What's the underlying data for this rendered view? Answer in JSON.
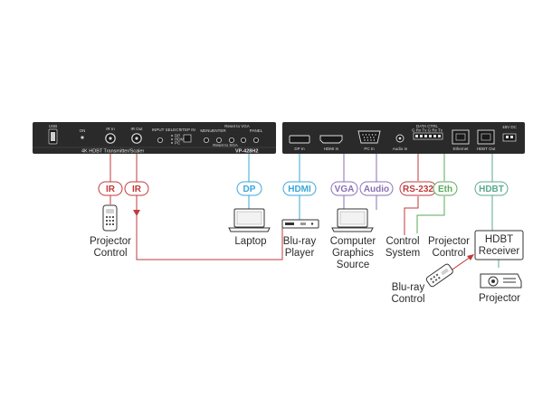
{
  "device": {
    "front_panel": {
      "model_label": "VP-428H2",
      "subtitle": "4K HDBT Transmitter/Scaler",
      "controls": {
        "usb": "USB",
        "on": "ON",
        "ir_in": "IR In",
        "ir_out": "IR Out",
        "input_select": "INPUT SELECT",
        "in_1": "DP",
        "in_2": "HDMI",
        "in_3": "PC",
        "step_in": "STEP IN",
        "menu": "MENU",
        "enter": "ENTER",
        "reset_vga": "Reset to VGA",
        "reset_xga": "Reset to XGA",
        "panel_lock": "PANEL"
      }
    },
    "rear_panel": {
      "ports": {
        "dp_in": "DP In",
        "hdmi_in": "HDMI In",
        "pc_in": "PC In",
        "audio_in": "Audio In",
        "data_ctrl": "DATA  CTRL",
        "data_pins": "G Rx Tx  G Rx Tx",
        "ethernet": "Ethernet",
        "hdbt_out": "HDBT Out",
        "power": "48V DC"
      }
    }
  },
  "connectors": {
    "ir_left": "IR",
    "ir_right": "IR",
    "dp": "DP",
    "hdmi": "HDMI",
    "vga": "VGA",
    "audio": "Audio",
    "rs232": "RS-232",
    "eth": "Eth",
    "hdbt": "HDBT"
  },
  "devices": {
    "projector_control_left": [
      "Projector",
      "Control"
    ],
    "laptop": "Laptop",
    "bluray_player": [
      "Blu-ray",
      "Player"
    ],
    "computer_graphics_source": [
      "Computer",
      "Graphics",
      "Source"
    ],
    "control_system": [
      "Control",
      "System"
    ],
    "projector_control_right": [
      "Projector",
      "Control"
    ],
    "hdbt_receiver": [
      "HDBT",
      "Receiver"
    ],
    "bluray_control": [
      "Blu-ray",
      "Control"
    ],
    "projector": "Projector"
  },
  "colors": {
    "ir": "#c0393b",
    "dp": "#3aa7d9",
    "hdmi": "#3aa7d9",
    "vga": "#8a6fb6",
    "audio": "#8a6fb6",
    "rs232": "#c0393b",
    "eth": "#5aaa5a",
    "hdbt": "#5aa88f",
    "device_body": "#2a2a2a",
    "device_text": "#e5e5e5"
  }
}
